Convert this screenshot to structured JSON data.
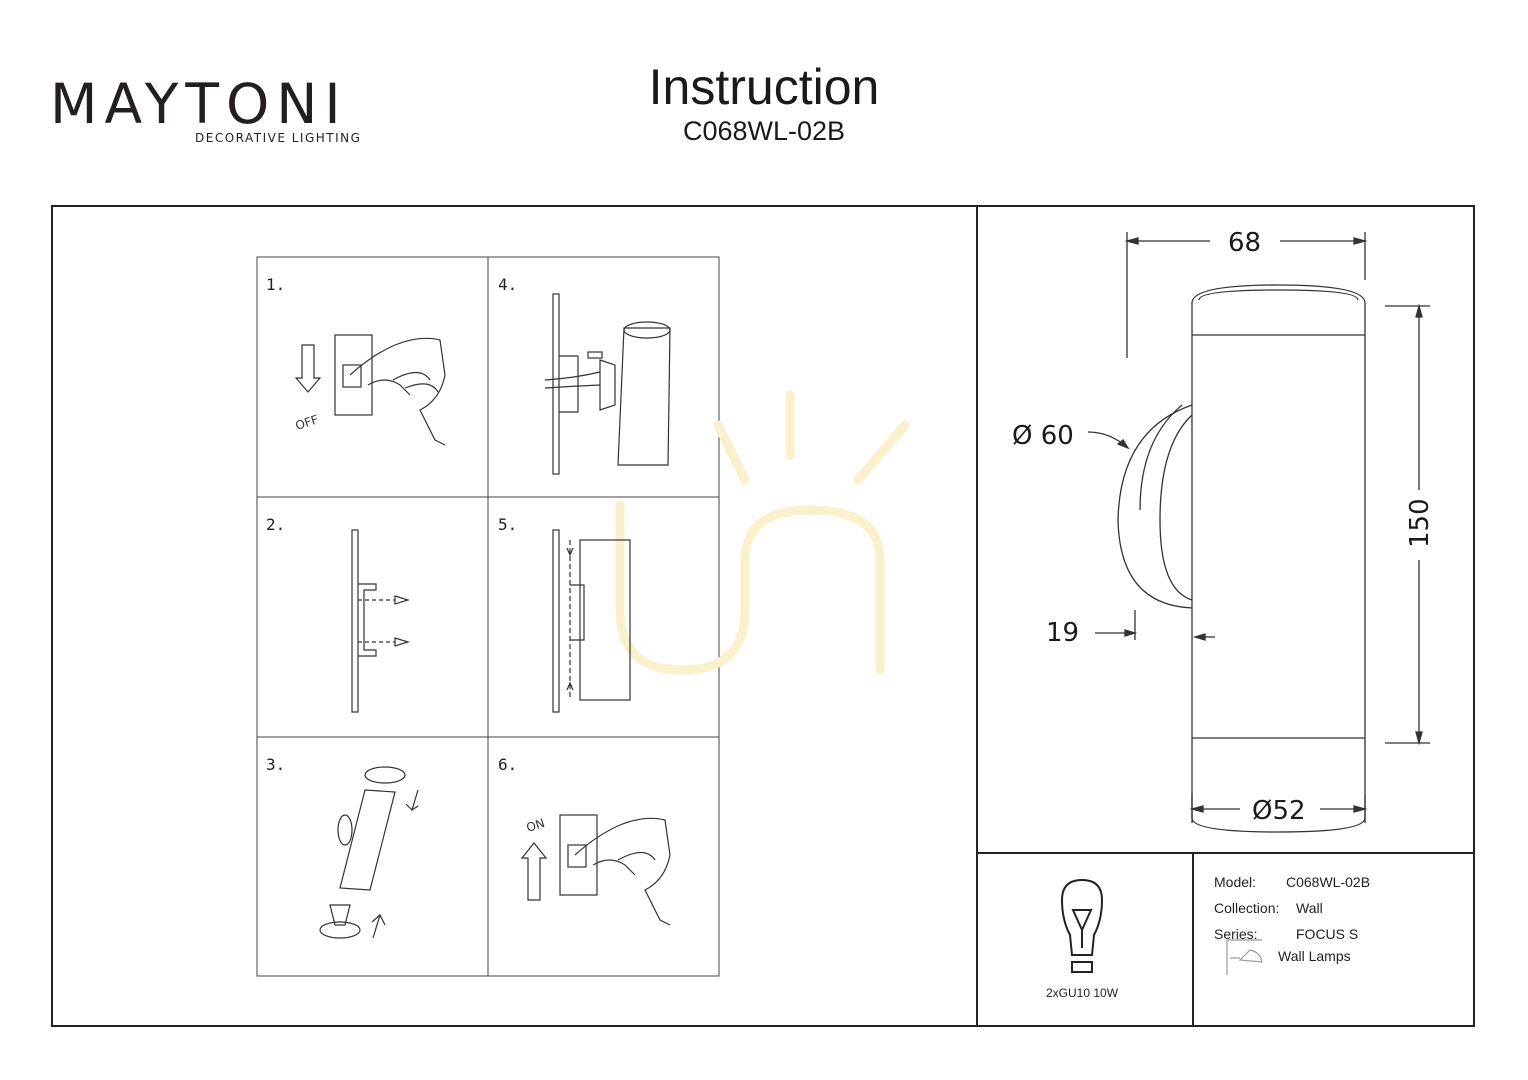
{
  "brand": {
    "name": "MAYTONI",
    "tagline": "DECORATIVE LIGHTING",
    "accent_color": "#6a1b4d"
  },
  "header": {
    "title": "Instruction",
    "model": "C068WL-02B"
  },
  "steps": [
    {
      "number": "1.",
      "icon": "switch-off-icon",
      "label": "OFF"
    },
    {
      "number": "2.",
      "icon": "bracket-mount-icon"
    },
    {
      "number": "3.",
      "icon": "bulb-insert-icon"
    },
    {
      "number": "4.",
      "icon": "wiring-icon"
    },
    {
      "number": "5.",
      "icon": "fix-lamp-icon"
    },
    {
      "number": "6.",
      "icon": "switch-on-icon",
      "label": "ON"
    }
  ],
  "dimensions": {
    "width": "68",
    "height": "150",
    "base_diameter": "Ø 60",
    "depth": "19",
    "body_diameter": "Ø52"
  },
  "lamp": {
    "icon": "bulb-icon",
    "spec": "2xGU10 10W"
  },
  "info": {
    "model_label": "Model:",
    "model_value": "C068WL-02B",
    "collection_label": "Collection:",
    "collection_value": "Wall",
    "series_label": "Series:",
    "series_value": "FOCUS S",
    "category_icon": "wall-lamp-icon",
    "category_value": "Wall Lamps"
  }
}
